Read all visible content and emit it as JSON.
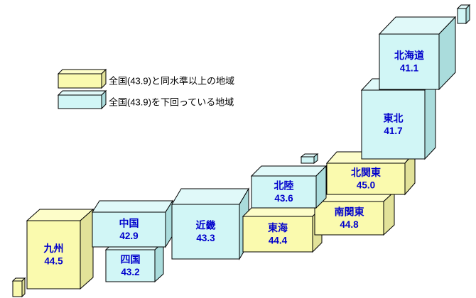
{
  "colors": {
    "above_front": "#FAFAAE",
    "above_top": "#FDFDC9",
    "above_side": "#E2E299",
    "below_front": "#D1F6F6",
    "below_top": "#E0F9F9",
    "below_side": "#AADCDC",
    "border": "#000000",
    "region_text": "#0000CC",
    "legend_text": "#000000"
  },
  "legend": {
    "items": [
      {
        "swatch": "above",
        "label": "全国(43.9)と同水準以上の地域"
      },
      {
        "swatch": "below",
        "label": "全国(43.9)を下回っている地域"
      }
    ]
  },
  "chart_data": {
    "type": "cartogram",
    "title": "",
    "national_value": 43.9,
    "legend_position": "upper-left",
    "regions": [
      {
        "id": "hokkaido",
        "name": "北海道",
        "value": 41.1,
        "value_label": "41.1",
        "status": "below"
      },
      {
        "id": "tohoku",
        "name": "東北",
        "value": 41.7,
        "value_label": "41.7",
        "status": "below"
      },
      {
        "id": "kita-kanto",
        "name": "北関東",
        "value": 45.0,
        "value_label": "45.0",
        "status": "above"
      },
      {
        "id": "minami-kanto",
        "name": "南関東",
        "value": 44.8,
        "value_label": "44.8",
        "status": "above"
      },
      {
        "id": "hokuriku",
        "name": "北陸",
        "value": 43.6,
        "value_label": "43.6",
        "status": "below"
      },
      {
        "id": "tokai",
        "name": "東海",
        "value": 44.4,
        "value_label": "44.4",
        "status": "above"
      },
      {
        "id": "kinki",
        "name": "近畿",
        "value": 43.3,
        "value_label": "43.3",
        "status": "below"
      },
      {
        "id": "chugoku",
        "name": "中国",
        "value": 42.9,
        "value_label": "42.9",
        "status": "below"
      },
      {
        "id": "shikoku",
        "name": "四国",
        "value": 43.2,
        "value_label": "43.2",
        "status": "below"
      },
      {
        "id": "kyushu",
        "name": "九州",
        "value": 44.5,
        "value_label": "44.5",
        "status": "above"
      }
    ],
    "islands": [
      {
        "id": "north-island",
        "status": "below"
      },
      {
        "id": "sado-island",
        "status": "below"
      },
      {
        "id": "okinawa-island",
        "status": "above"
      }
    ]
  }
}
